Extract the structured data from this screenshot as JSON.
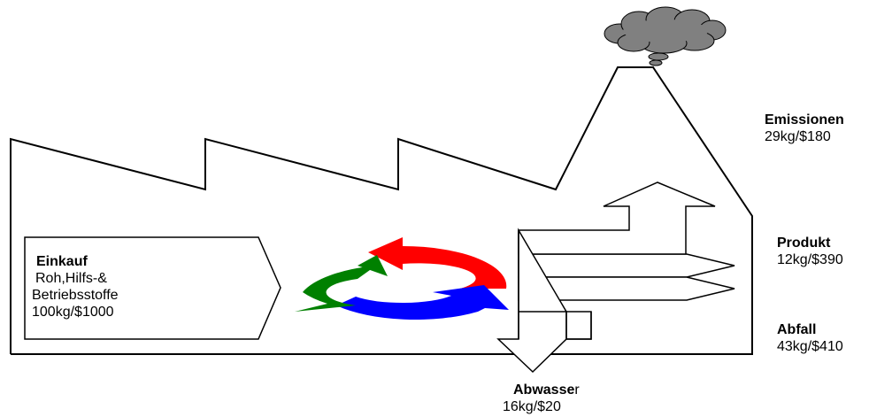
{
  "einkauf": {
    "title": "Einkauf",
    "line1": "Roh,Hilfs-&",
    "line2": "Betriebsstoffe",
    "value": "100kg/$1000"
  },
  "emissionen": {
    "title": "Emissionen",
    "value": "29kg/$180"
  },
  "produkt": {
    "title": "Produkt",
    "value": "12kg/$390"
  },
  "abfall": {
    "title": "Abfall",
    "value": "43kg/$410"
  },
  "abwasser": {
    "title_bold": "Abwasse",
    "title_rest": "r",
    "value": "16kg/$20"
  },
  "colors": {
    "cycle_red": "#ff0000",
    "cycle_blue": "#0000ff",
    "cycle_green": "#008000",
    "cloud": "#808080",
    "outline": "#000000"
  }
}
